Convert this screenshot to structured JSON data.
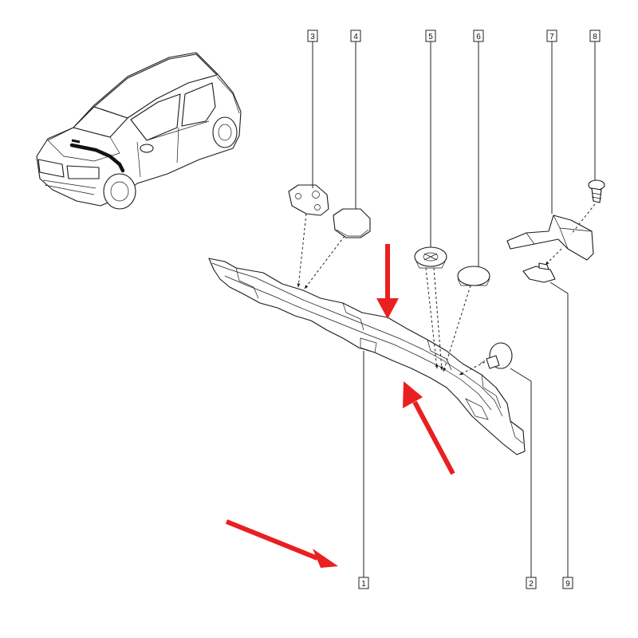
{
  "callouts": {
    "c1": "1",
    "c2": "2",
    "c3": "3",
    "c4": "4",
    "c5": "5",
    "c6": "6",
    "c7": "7",
    "c8": "8",
    "c9": "9"
  },
  "colors": {
    "arrow": "#ea1f1f",
    "line": "#222222",
    "background": "#ffffff"
  }
}
